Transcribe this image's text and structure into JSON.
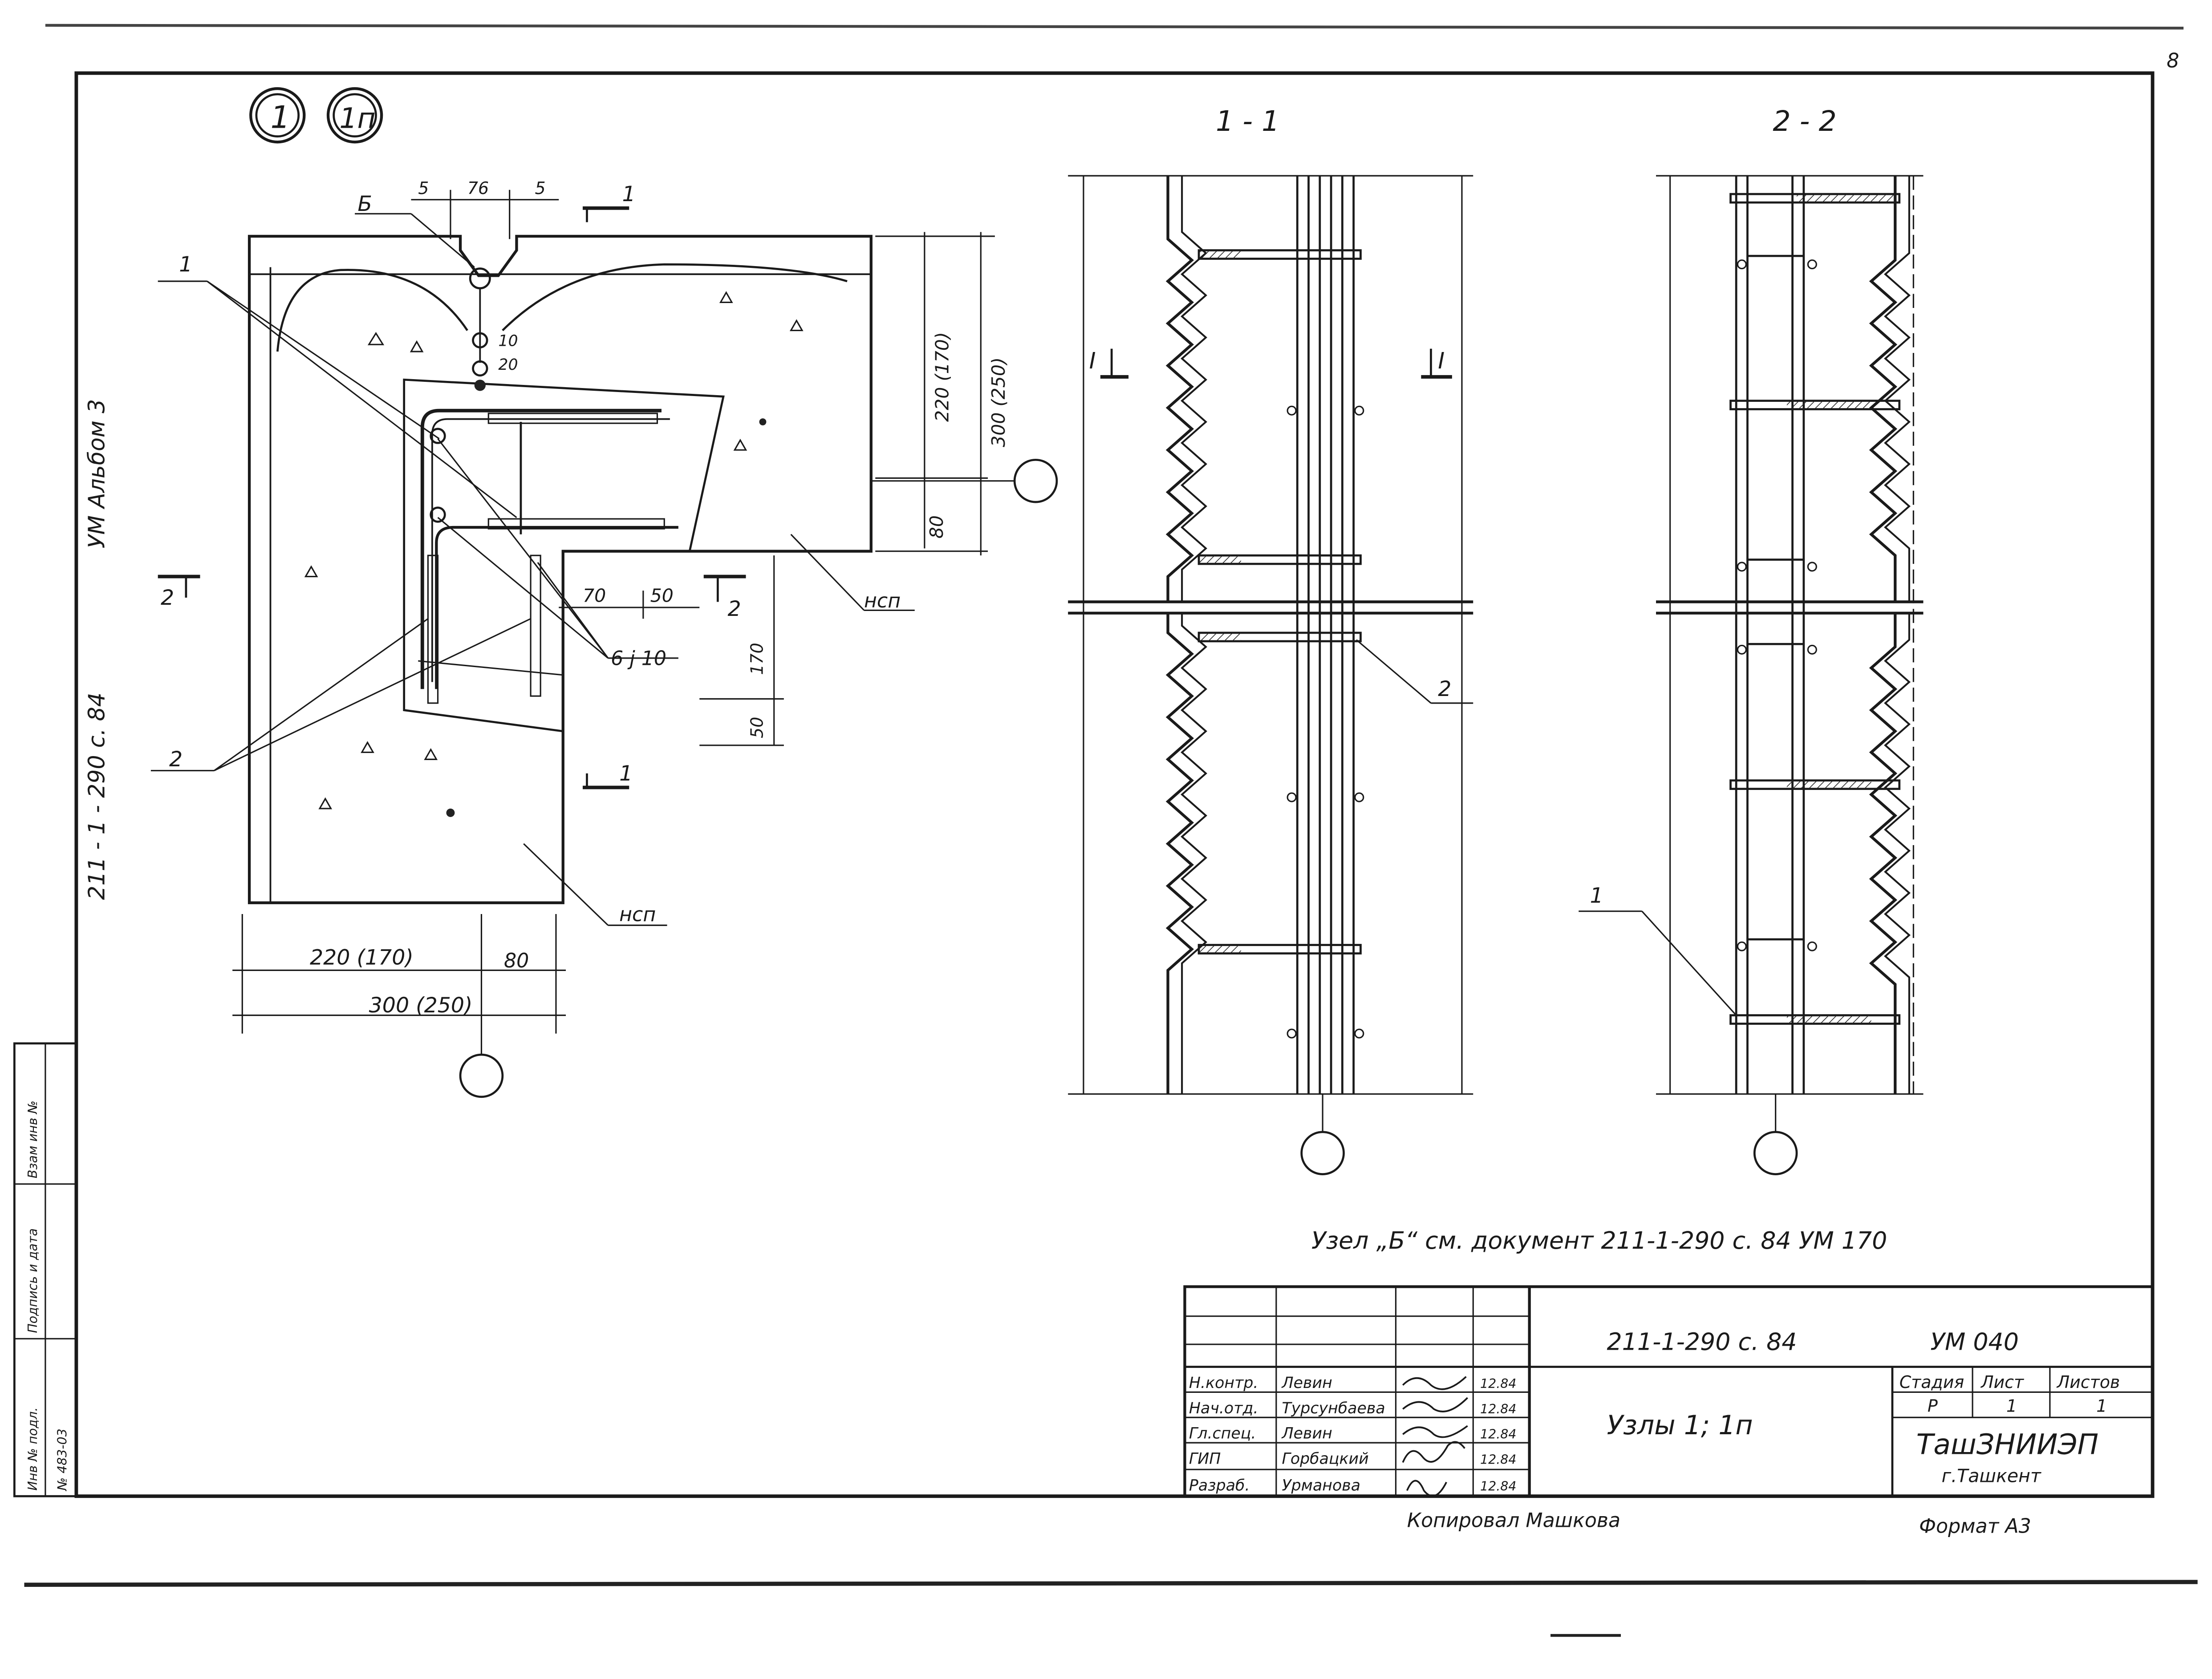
{
  "sheet_number": "8",
  "circle_labels": [
    "1",
    "1п"
  ],
  "section_titles": {
    "s1": "1 - 1",
    "s2": "2 - 2"
  },
  "node_callout": "Б",
  "dims": {
    "top_gap_a": "5",
    "top_gap_b": "76",
    "top_gap_c": "5",
    "small_10": "10",
    "small_20": "20",
    "height_a": "220 (170)",
    "height_b": "300 (250)",
    "height_c": "80",
    "d_70": "70",
    "d_50": "50",
    "d_170": "170",
    "d_50b": "50",
    "width_a": "220 (170)",
    "width_b": "80",
    "width_c": "300 (250)"
  },
  "markers": {
    "a": "1",
    "b": "1",
    "c": "2",
    "d": "2",
    "e": "I",
    "f": "I"
  },
  "leaders": {
    "item1": "1",
    "item2": "2",
    "rebar": "6 ј 10",
    "nsp_top": "нсп",
    "nsp_bottom": "нсп",
    "item2_s1": "2",
    "item1_s2": "1"
  },
  "note": "Узел „Б“ см. документ 211-1-290 с. 84 УМ 170",
  "left_margin": {
    "album": "УМ   Альбом 3",
    "code": "211 - 1 - 290 с. 84"
  },
  "left_stamp": [
    "Инв № подл.",
    "Подпись и дата",
    "Взам инв №"
  ],
  "left_stamp_num": "№ 483-03",
  "title_block": {
    "doc_code": "211-1-290 с. 84",
    "sheet_code": "УМ  040",
    "title": "Узлы 1; 1п",
    "stage_header": [
      "Стадия",
      "Лист",
      "Листов"
    ],
    "stage_values": [
      "Р",
      "1",
      "1"
    ],
    "org": "ТашЗНИИЭП",
    "city": "г.Ташкент",
    "rows": [
      {
        "role": "Н.контр.",
        "name": "Левин",
        "date": "12.84"
      },
      {
        "role": "Нач.отд.",
        "name": "Турсунбаева",
        "date": "12.84"
      },
      {
        "role": "Гл.спец.",
        "name": "Левин",
        "date": "12.84"
      },
      {
        "role": "ГИП",
        "name": "Горбацкий",
        "date": "12.84"
      },
      {
        "role": "Разраб.",
        "name": "Урманова",
        "date": "12.84"
      }
    ]
  },
  "copied_by": "Копировал  Машкова",
  "format": "Формат А3"
}
